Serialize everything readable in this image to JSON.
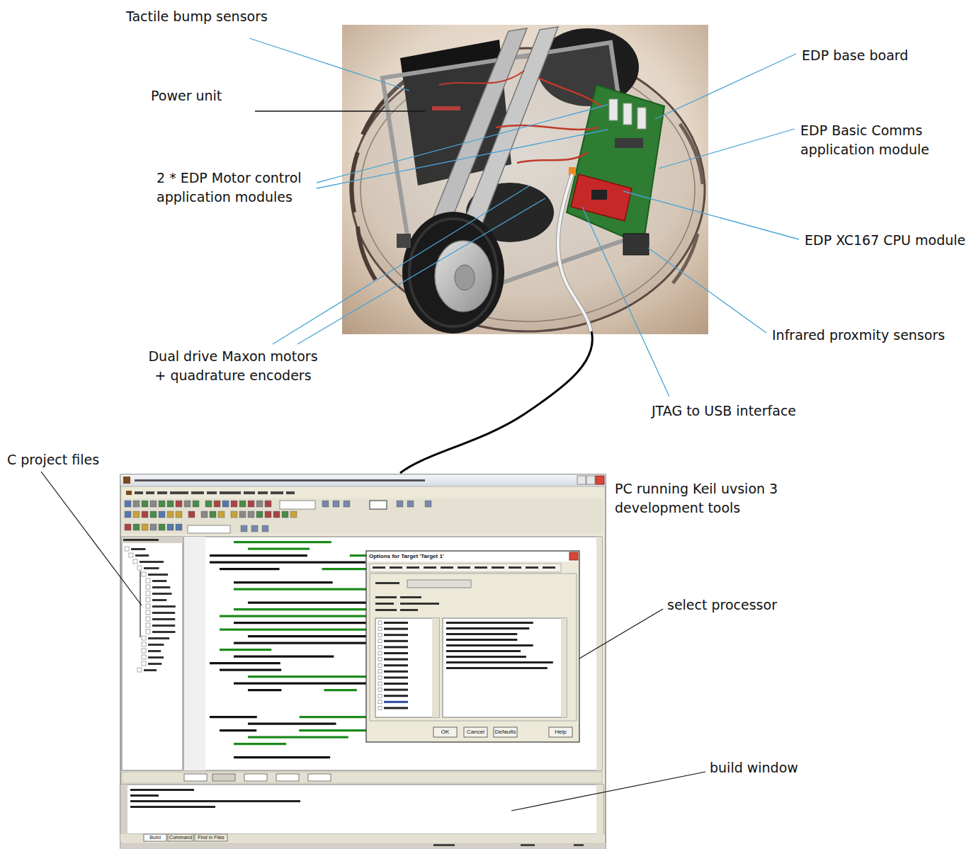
{
  "diagram": {
    "labels": [
      "Tactile bump sensors",
      "Power unit",
      "EDP base board",
      "EDP Basic Comms application module",
      "2 * EDP Motor control application modules",
      "EDP XC167 CPU module",
      "Infrared proxmity sensors",
      "Dual drive Maxon motors + quadrature encoders",
      "JTAG to USB interface",
      "C project files",
      "PC running Keil uvsion 3 development tools",
      "select processor",
      "build window",
      "Options for Target 'Target 1'",
      "OK",
      "Cancel",
      "Defaults",
      "Help",
      "Build",
      "Command",
      "Find in Files"
    ]
  }
}
